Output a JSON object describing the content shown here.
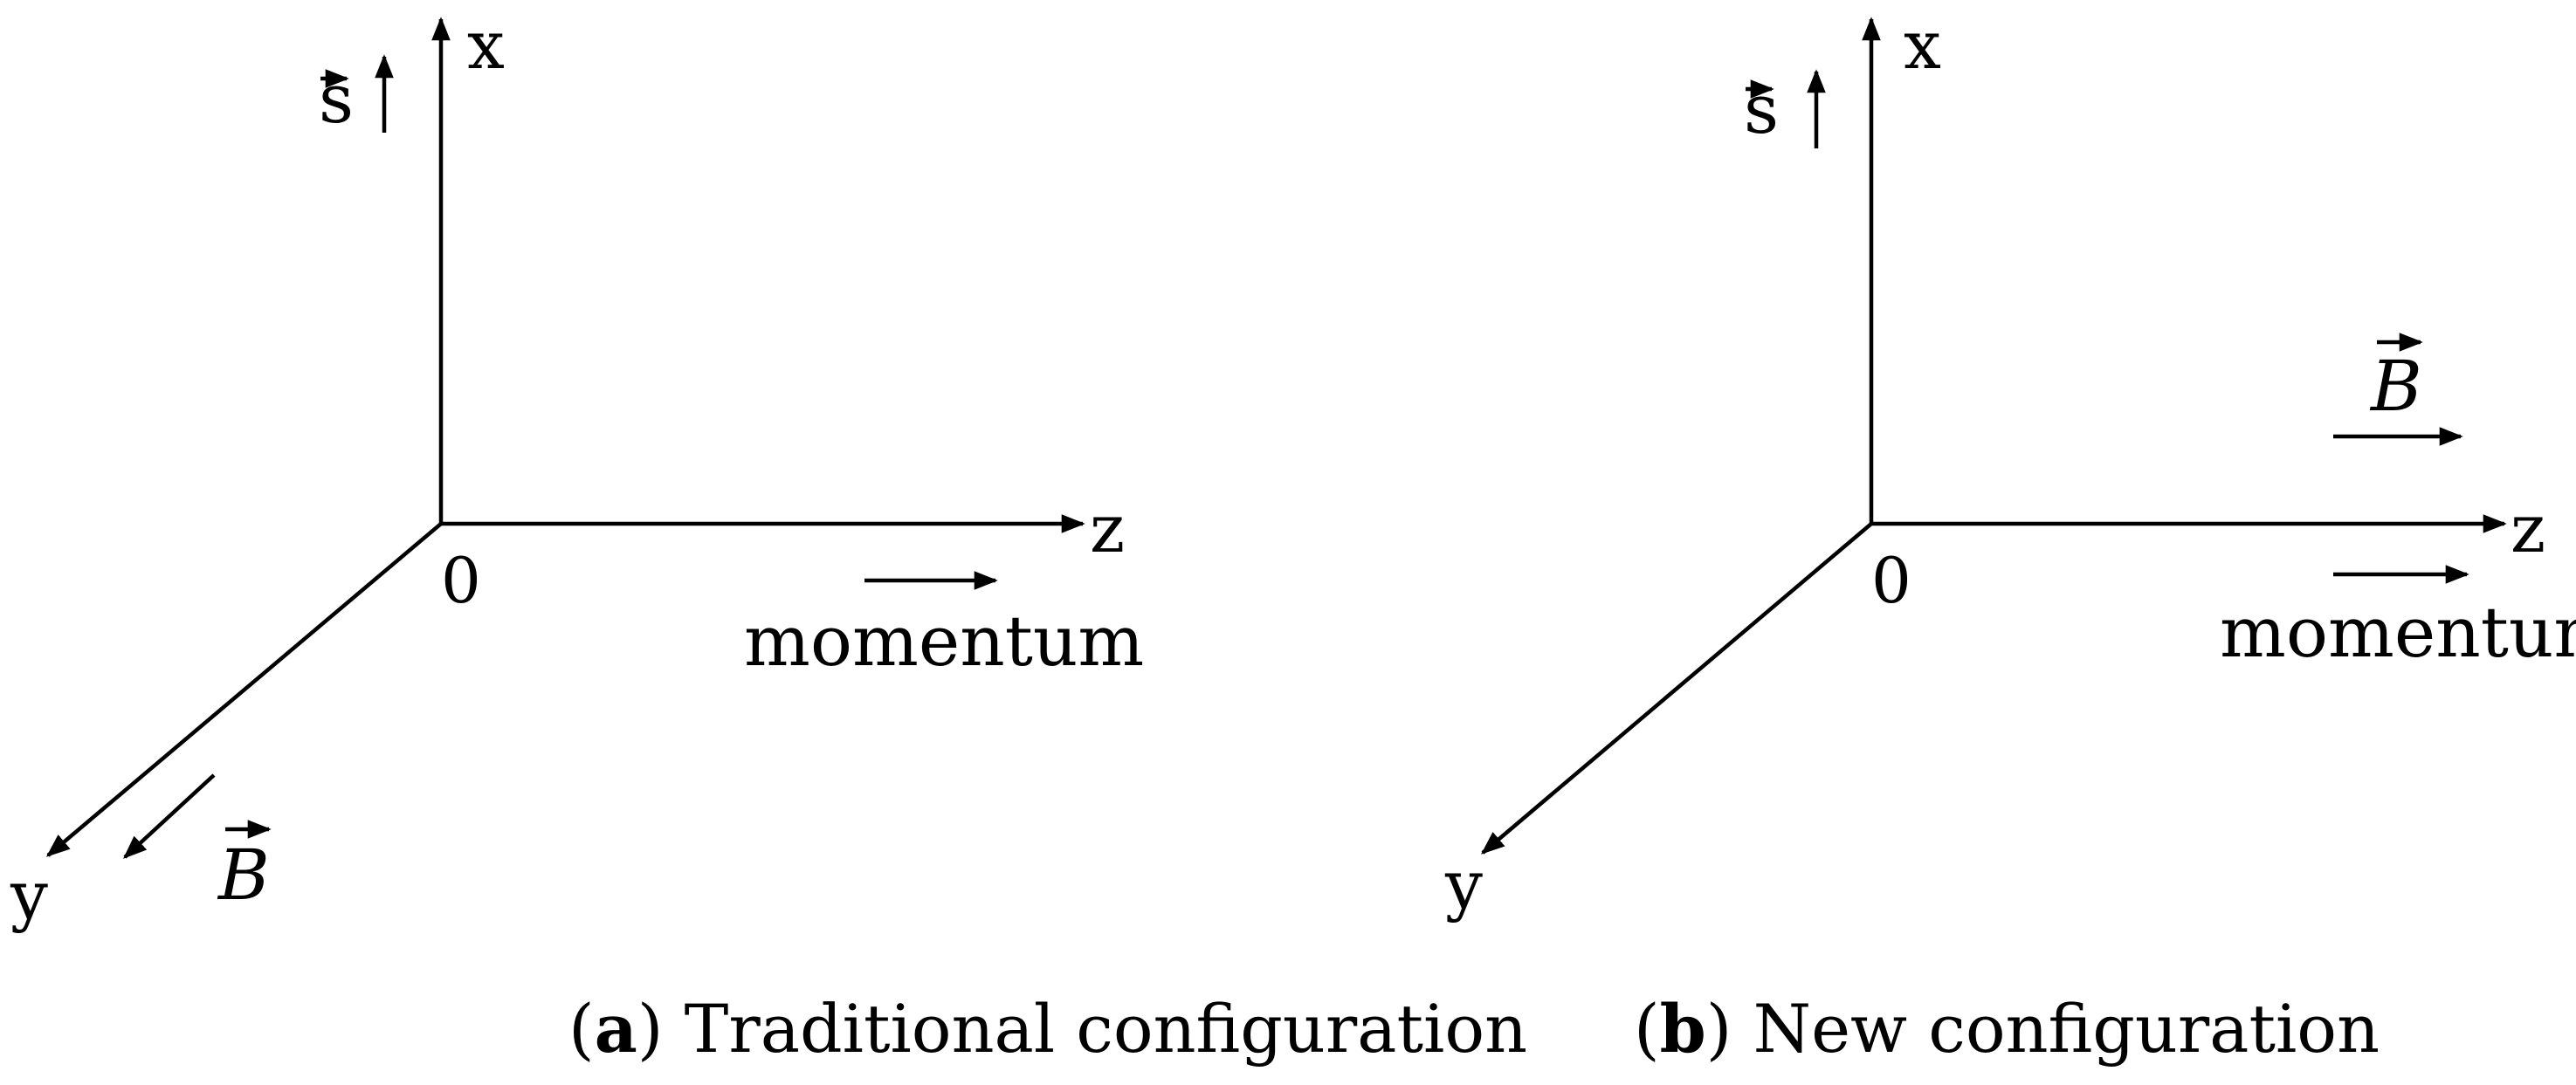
{
  "panels": [
    {
      "axis_x": "x",
      "axis_y": "y",
      "axis_z": "z",
      "origin": "0",
      "spin_symbol": "s",
      "field_symbol": "B",
      "momentum_label": "momentum",
      "caption_letter": "a",
      "caption_text": "Traditional configuration"
    },
    {
      "axis_x": "x",
      "axis_y": "y",
      "axis_z": "z",
      "origin": "0",
      "spin_symbol": "s",
      "field_symbol": "B",
      "momentum_label": "momentum",
      "caption_letter": "b",
      "caption_text": "New configuration"
    }
  ]
}
